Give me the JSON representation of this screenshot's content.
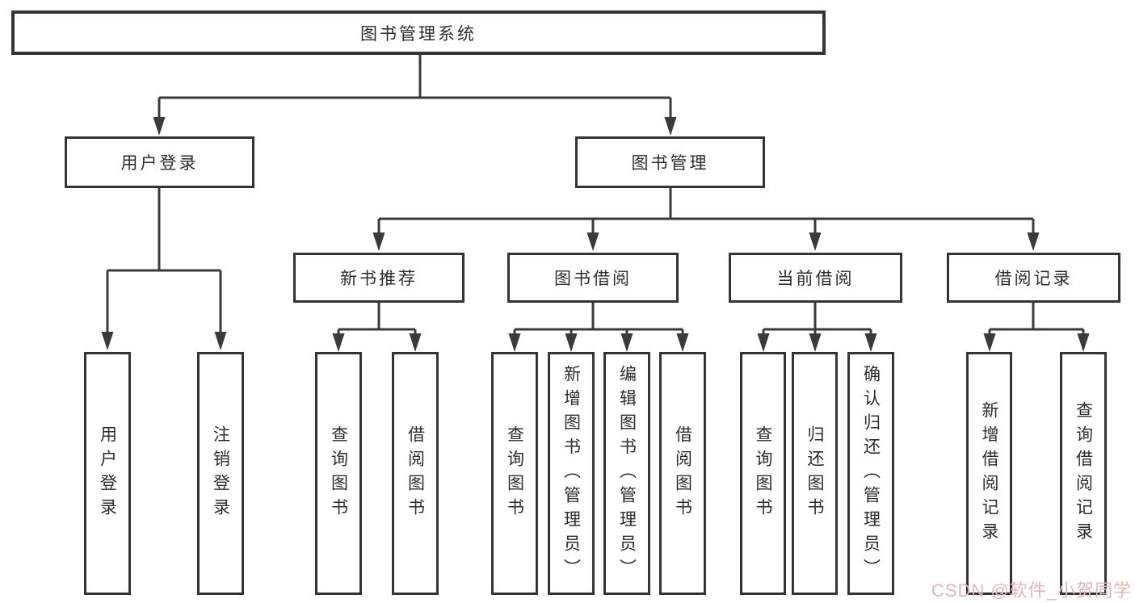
{
  "colors": {
    "line": "#3a3a3a",
    "border": "#343434",
    "text": "#2d2d2d",
    "background": "#ffffff",
    "watermark": "#e2b6b6"
  },
  "watermark": "CSDN @软件_小贺同学",
  "tree": {
    "root": "图书管理系统",
    "branches": [
      {
        "label": "用户登录",
        "children": [
          "用户登录",
          "注销登录"
        ]
      },
      {
        "label": "图书管理",
        "groups": [
          {
            "label": "新书推荐",
            "children": [
              "查询图书",
              "借阅图书"
            ]
          },
          {
            "label": "图书借阅",
            "children": [
              "查询图书",
              "新增图书（管理员）",
              "编辑图书（管理员）",
              "借阅图书"
            ]
          },
          {
            "label": "当前借阅",
            "children": [
              "查询图书",
              "归还图书",
              "确认归还（管理员）"
            ]
          },
          {
            "label": "借阅记录",
            "children": [
              "新增借阅记录",
              "查询借阅记录"
            ]
          }
        ]
      }
    ]
  }
}
